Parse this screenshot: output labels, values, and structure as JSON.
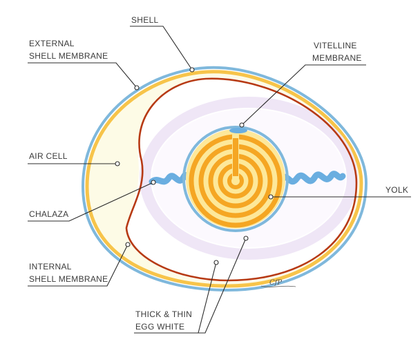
{
  "labels": {
    "shell": "SHELL",
    "external_membrane_line1": "EXTERNAL",
    "external_membrane_line2": "SHELL MEMBRANE",
    "vitelline_line1": "VITELLINE",
    "vitelline_line2": "MEMBRANE",
    "air_cell": "AIR CELL",
    "chalaza": "CHALAZA",
    "yolk": "YOLK",
    "internal_membrane_line1": "INTERNAL",
    "internal_membrane_line2": "SHELL MEMBRANE",
    "egg_white_line1": "THICK & THIN",
    "egg_white_line2": "EGG WHITE",
    "signature": "CfP"
  },
  "colors": {
    "shell": "#7fb8dc",
    "shell_band": "#f7c44a",
    "membrane": "#b73a14",
    "air_cell": "#fdfbe6",
    "thick_white": "#efe6f6",
    "yolk": "#f5a623",
    "yolk_light": "#fde89a",
    "chalaza": "#6aaee0"
  }
}
